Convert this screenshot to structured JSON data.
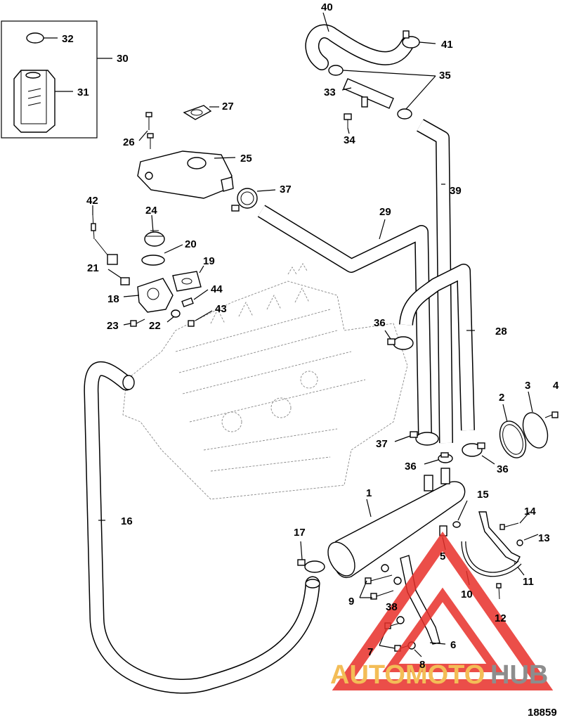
{
  "diagram_id": "18859",
  "watermark": {
    "part1": "AUTOMOTO",
    "part2": "HUB",
    "color1": "#f2b23a",
    "color2": "#7a7a7a",
    "triangle_color": "#e8302a"
  },
  "labels": {
    "l1": "1",
    "l2": "2",
    "l3": "3",
    "l4": "4",
    "l5": "5",
    "l6": "6",
    "l7": "7",
    "l8": "8",
    "l9": "9",
    "l10": "10",
    "l11": "11",
    "l12": "12",
    "l13": "13",
    "l14": "14",
    "l15": "15",
    "l16": "16",
    "l17": "17",
    "l18": "18",
    "l19": "19",
    "l20": "20",
    "l21": "21",
    "l22": "22",
    "l23": "23",
    "l24": "24",
    "l25": "25",
    "l26": "26",
    "l27": "27",
    "l28": "28",
    "l29": "29",
    "l30": "30",
    "l31": "31",
    "l32": "32",
    "l33": "33",
    "l34": "34",
    "l35": "35",
    "l36a": "36",
    "l36b": "36",
    "l36c": "36",
    "l37a": "37",
    "l37b": "37",
    "l38": "38",
    "l39": "39",
    "l40": "40",
    "l41": "41",
    "l42": "42",
    "l43": "43",
    "l44": "44"
  }
}
